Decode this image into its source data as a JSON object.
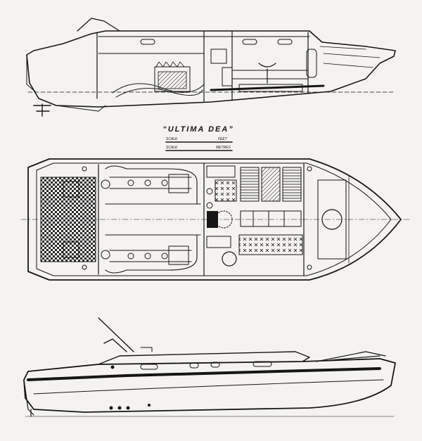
{
  "drawing": {
    "title": "“ULTIMA DEA”",
    "scale_feet_label": "SCALE",
    "scale_feet_unit": "FEET",
    "scale_metres_label": "SCALE",
    "scale_metres_unit": "METRES"
  },
  "colors": {
    "ink": "#161616",
    "paper": "#f4f3ef"
  }
}
